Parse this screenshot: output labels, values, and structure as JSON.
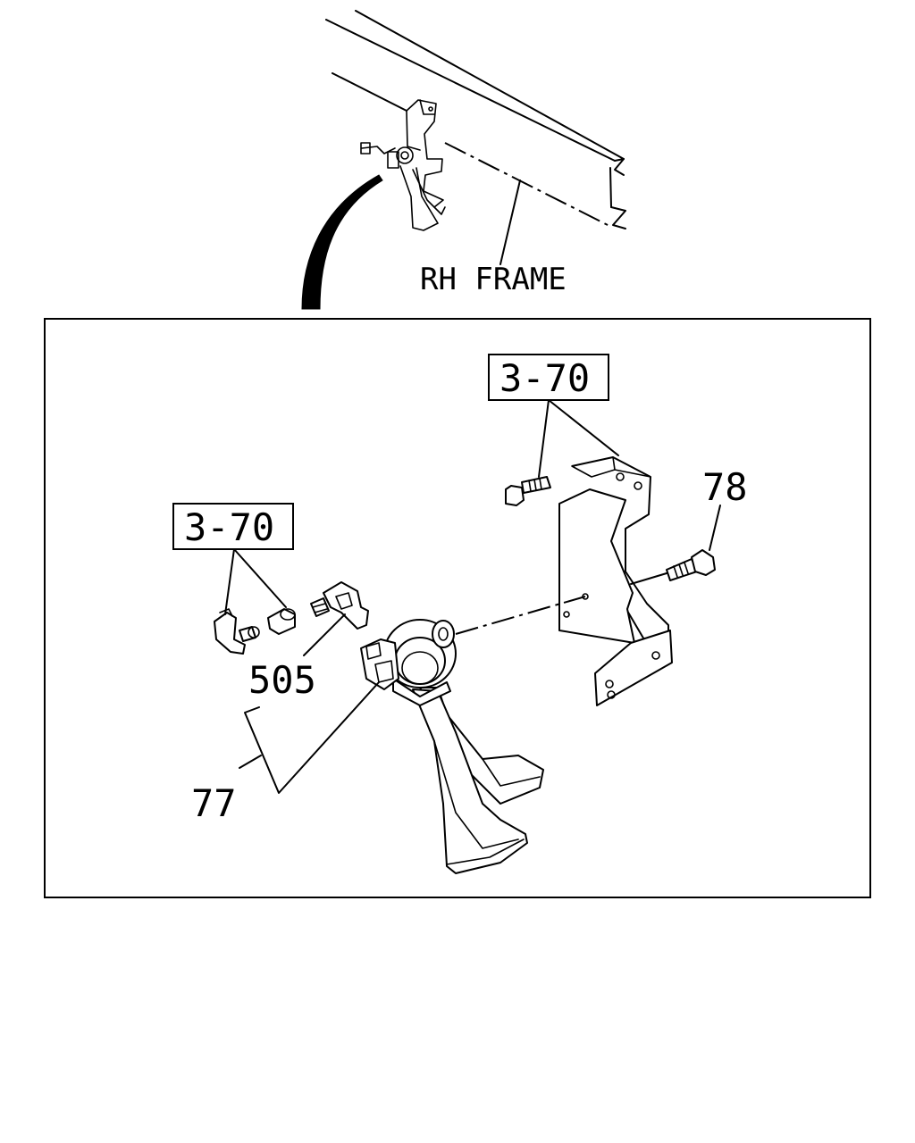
{
  "labels": {
    "frame": "RH FRAME",
    "ref_top": "3-70",
    "ref_left": "3-70",
    "part_78": "78",
    "part_505": "505",
    "part_77": "77"
  }
}
